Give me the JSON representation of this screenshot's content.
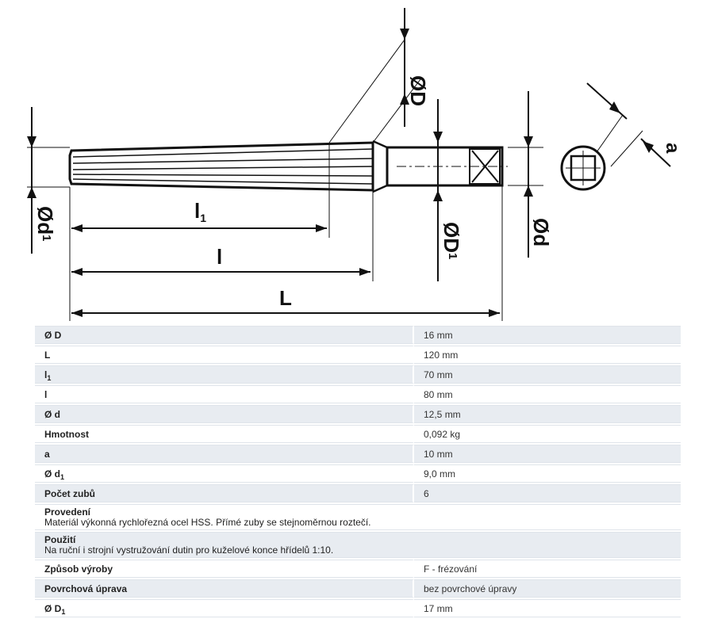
{
  "drawing": {
    "labels": {
      "D": "ØD",
      "D1": "ØD",
      "D1_sub": "1",
      "d": "Ød",
      "d1": "Ød",
      "d1_sub": "1",
      "l1": "l",
      "l1_sub": "1",
      "l": "l",
      "L": "L",
      "a": "a"
    }
  },
  "spec": {
    "rows": [
      {
        "label": "Ø D",
        "value": "16 mm"
      },
      {
        "label": "L",
        "value": "120 mm"
      },
      {
        "label": "l",
        "sub": "1",
        "value": "70 mm"
      },
      {
        "label": "l",
        "value": "80 mm"
      },
      {
        "label": "Ø d",
        "value": "12,5 mm"
      },
      {
        "label": "Hmotnost",
        "value": "0,092 kg"
      },
      {
        "label": "a",
        "value": "10 mm"
      },
      {
        "label": "Ø d",
        "sub": "1",
        "value": "9,0 mm"
      },
      {
        "label": "Počet zubů",
        "value": "6"
      },
      {
        "label": "Provedení",
        "value": "Materiál výkonná rychlořezná ocel HSS. Přímé zuby se stejnoměrnou roztečí."
      },
      {
        "label": "Použití",
        "value": "Na ruční i strojní vystružování dutin pro kuželové konce hřídelů 1:10."
      },
      {
        "label": "Způsob výroby",
        "value": "F - frézování"
      },
      {
        "label": "Povrchová úprava",
        "value": "bez povrchové úpravy"
      },
      {
        "label": "Ø D",
        "sub": "1",
        "value": "17 mm"
      }
    ]
  }
}
